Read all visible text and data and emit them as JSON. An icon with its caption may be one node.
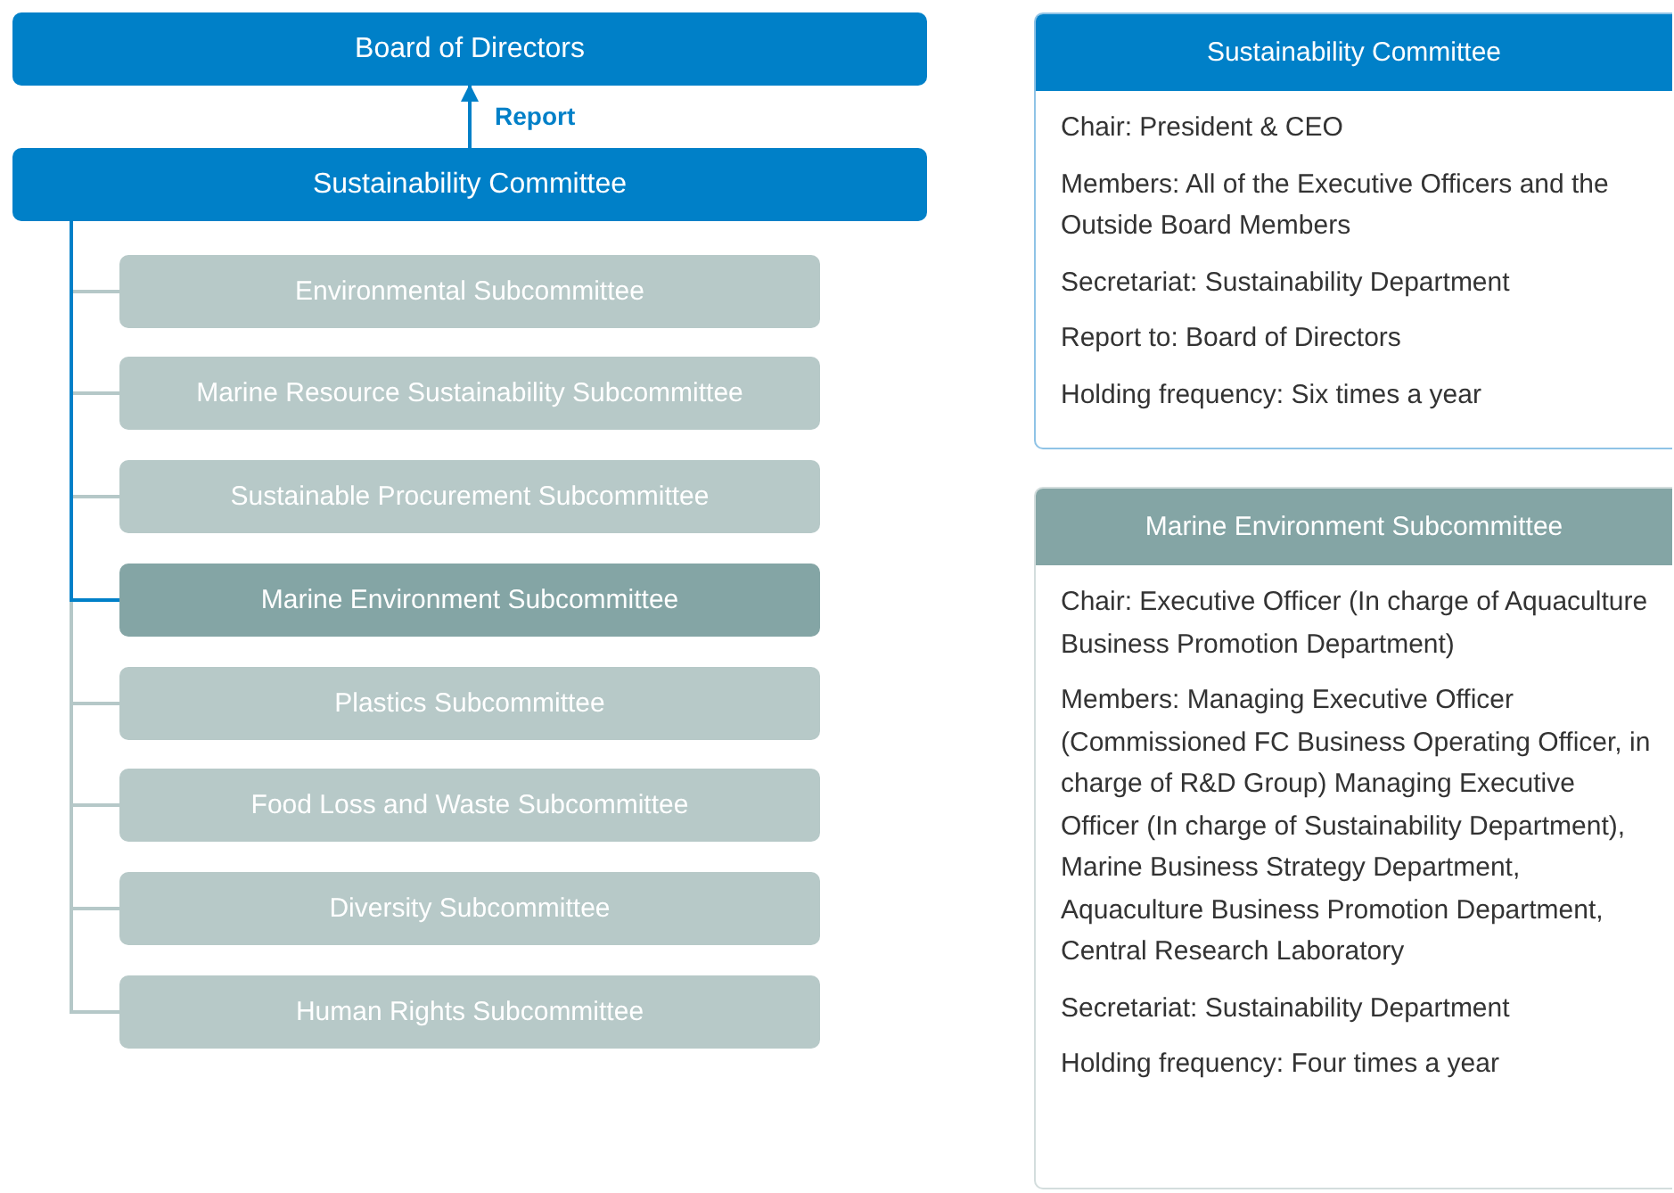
{
  "diagram": {
    "nodes": [
      {
        "text": [
          "Board of Directors"
        ]
      },
      {
        "text": [
          "Sustainability Committee"
        ]
      },
      {
        "text": [
          "Environmental Subcommittee"
        ]
      },
      {
        "text": [
          "Marine Resource Sustainability Subcommittee"
        ]
      },
      {
        "text": [
          "Sustainable Procurement Subcommittee"
        ]
      },
      {
        "text": [
          "Marine Environment Subcommittee"
        ]
      },
      {
        "text": [
          "Plastics Subcommittee"
        ]
      },
      {
        "text": [
          "Food Loss and Waste Subcommittee"
        ]
      },
      {
        "text": [
          "Diversity Subcommittee"
        ]
      },
      {
        "text": [
          "Human Rights Subcommittee"
        ]
      },
      {
        "text": [
          "Sustainability Committee",
          "Chair: President & CEO",
          "Members: All of the Executive Officers and the Outside Board Members",
          "Secretariat: Sustainability Department",
          "Report to: Board of Directors",
          "Holding frequency: Six times a year"
        ]
      },
      {
        "text": [
          "Marine Environment Subcommittee",
          "Chair: Executive Officer (In charge of Aquaculture Business Promotion Department)",
          "Members: Managing Executive Officer (Commissioned FC Business Operating Officer, in charge of R&D Group) Managing Executive Officer (In charge of Sustainability Department), Marine Business Strategy Department, Aquaculture Business Promotion Department, Central Research Laboratory",
          "Secretariat: Sustainability Department",
          "Holding frequency: Four times a year"
        ]
      }
    ],
    "edges": [
      {
        "from": 1,
        "to": 0,
        "arrow": "to",
        "label": "Report",
        "color": "#0080c8"
      },
      {
        "from": 1,
        "to": 2,
        "arrow": "none"
      },
      {
        "from": 1,
        "to": 3,
        "arrow": "none"
      },
      {
        "from": 1,
        "to": 4,
        "arrow": "none"
      },
      {
        "from": 1,
        "to": 5,
        "arrow": "none",
        "color": "#0080c8"
      },
      {
        "from": 1,
        "to": 6,
        "arrow": "none"
      },
      {
        "from": 1,
        "to": 7,
        "arrow": "none"
      },
      {
        "from": 1,
        "to": 8,
        "arrow": "none"
      },
      {
        "from": 1,
        "to": 9,
        "arrow": "none"
      }
    ]
  }
}
